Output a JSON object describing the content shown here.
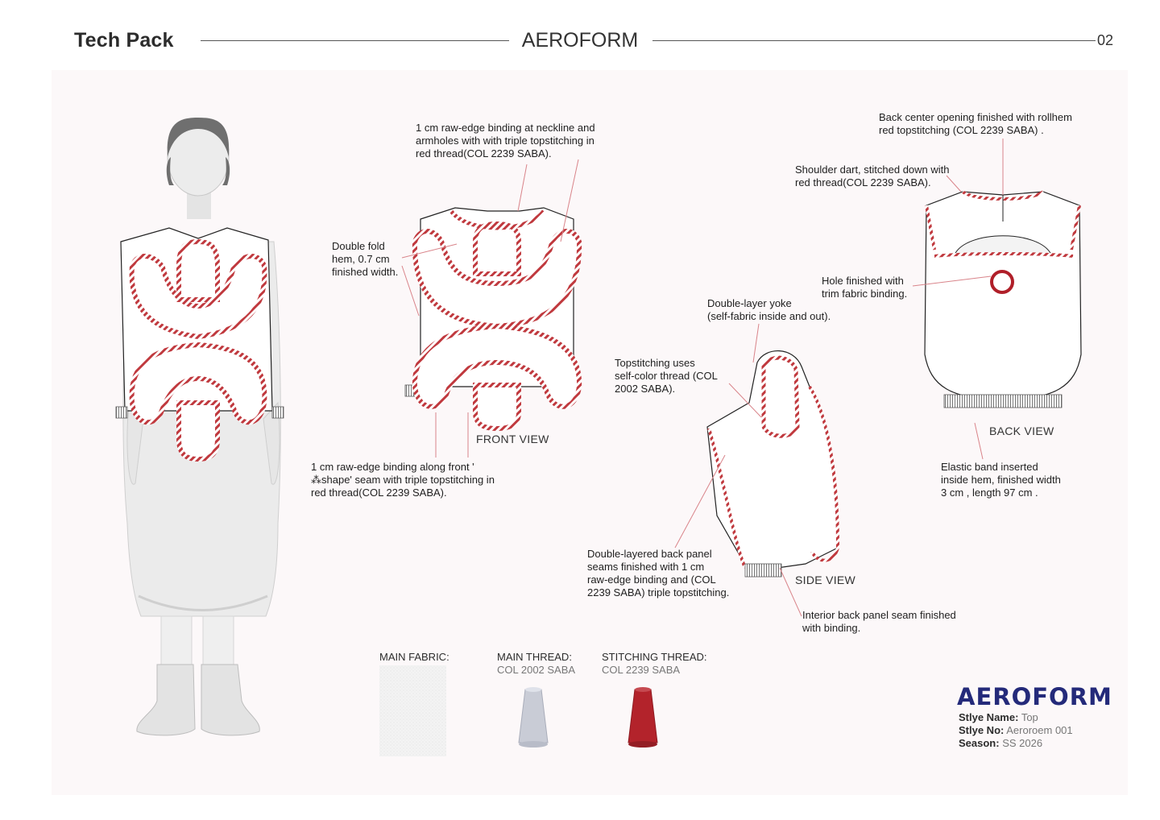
{
  "header": {
    "title": "Tech Pack",
    "collection": "AEROFORM",
    "page_number": "02"
  },
  "views": {
    "front": "FRONT VIEW",
    "side": "SIDE VIEW",
    "back": "BACK VIEW"
  },
  "annotations": {
    "neckline_binding": "1 cm  raw-edge binding at neckline and\narmholes with with triple topstitching in\nred thread(COL 2239 SABA).",
    "double_fold_hem": "Double fold\nhem, 0.7 cm\nfinished width.",
    "front_shape_seam": "1 cm raw-edge binding along front '\n⁂shape' seam with triple topstitching in\nred thread(COL 2239 SABA).",
    "back_center_opening": "Back center opening finished with rollhem\nred topstitching (COL 2239 SABA) .",
    "shoulder_dart": "Shoulder dart, stitched down with\nred thread(COL 2239 SABA).",
    "hole_binding": "Hole finished with\ntrim fabric binding.",
    "double_layer_yoke": "Double-layer yoke\n(self-fabric inside and out).",
    "topstitching_self_color": "Topstitching uses\nself-color thread  (COL\n2002 SABA).",
    "elastic_band": "Elastic band inserted\ninside hem, finished width\n3 cm , length 97 cm .",
    "back_panel_seams": "Double-layered back panel\nseams finished with 1 cm\nraw-edge  binding and (COL\n2239 SABA) triple topstitching.",
    "interior_back_seam": "Interior back panel seam finished\nwith binding."
  },
  "materials": {
    "main_fabric": {
      "label": "MAIN FABRIC:"
    },
    "main_thread": {
      "label": "MAIN THREAD:",
      "value": "COL 2002 SABA",
      "color": "#c9ccd6"
    },
    "stitching_thread": {
      "label": "STITCHING THREAD:",
      "value": "COL 2239 SABA",
      "color": "#b3232b"
    }
  },
  "brand": {
    "logo": "AEROFORM",
    "style_name_label": "Stlye Name:",
    "style_name": "Top",
    "style_no_label": "Stlye No:",
    "style_no": "Aeroroem 001",
    "season_label": "Season:",
    "season": "SS 2026"
  },
  "colors": {
    "accent_red": "#c0393e",
    "leader_line": "#d9848a",
    "brand_navy": "#242a7a",
    "panel_bg": "#fcf8f9"
  }
}
